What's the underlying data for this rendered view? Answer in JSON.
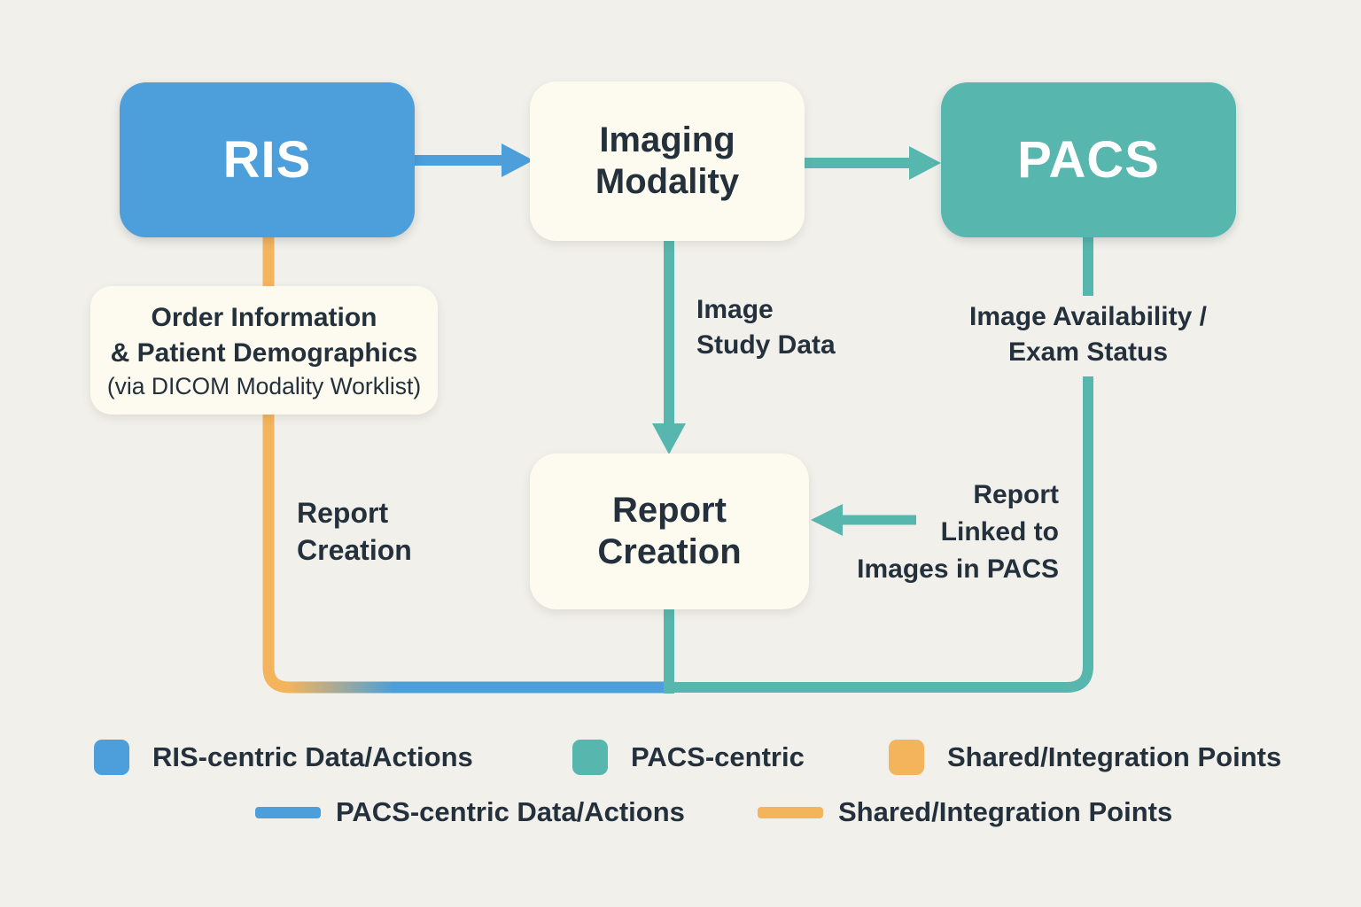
{
  "palette": {
    "background": "#F1F0EB",
    "ris_blue": "#4C9FDA",
    "pacs_teal": "#57B6AE",
    "shared_orange": "#F3B45C",
    "card_cream": "#FDFBEF",
    "text_dark": "#24313C"
  },
  "nodes": {
    "ris": "RIS",
    "imaging_modality": "Imaging\nModality",
    "pacs": "PACS",
    "report_creation": "Report\nCreation"
  },
  "annotations": {
    "order_info_main": "Order Information\n& Patient Demographics",
    "order_info_sub": "(via DICOM Modality Worklist)",
    "image_study_data": "Image\nStudy Data",
    "image_availability": "Image Availability /\nExam Status",
    "report_creation_side": "Report\nCreation",
    "report_linked": "Report\nLinked to\nImages in PACS"
  },
  "edges": [
    {
      "from": "RIS",
      "to": "Imaging Modality",
      "style": "blue-arrow",
      "label_key": null
    },
    {
      "from": "Imaging Modality",
      "to": "PACS",
      "style": "teal-arrow",
      "label_key": null
    },
    {
      "from": "Imaging Modality",
      "to": "Report Creation",
      "style": "teal-arrow",
      "label_key": "image_study_data"
    },
    {
      "from": "PACS",
      "to": "Report Creation",
      "style": "teal-arrow",
      "label_key": "report_linked"
    },
    {
      "from": "RIS",
      "to": "Report Creation",
      "style": "orange-to-blue-line",
      "label_key": "order_info_main",
      "sub_label_key": "order_info_sub",
      "side_label_key": "report_creation_side"
    },
    {
      "from": "PACS",
      "to": "Report Creation",
      "style": "teal-line",
      "label_key": "image_availability"
    }
  ],
  "legend": {
    "row1": [
      {
        "swatch": "square",
        "color_key": "ris_blue",
        "label": "RIS-centric Data/Actions"
      },
      {
        "swatch": "square",
        "color_key": "pacs_teal",
        "label": "PACS-centric"
      },
      {
        "swatch": "square",
        "color_key": "shared_orange",
        "label": "Shared/Integration Points"
      }
    ],
    "row2": [
      {
        "swatch": "line",
        "color_key": "ris_blue",
        "label": "PACS-centric Data/Actions"
      },
      {
        "swatch": "line",
        "color_key": "shared_orange",
        "label": "Shared/Integration Points"
      }
    ]
  }
}
